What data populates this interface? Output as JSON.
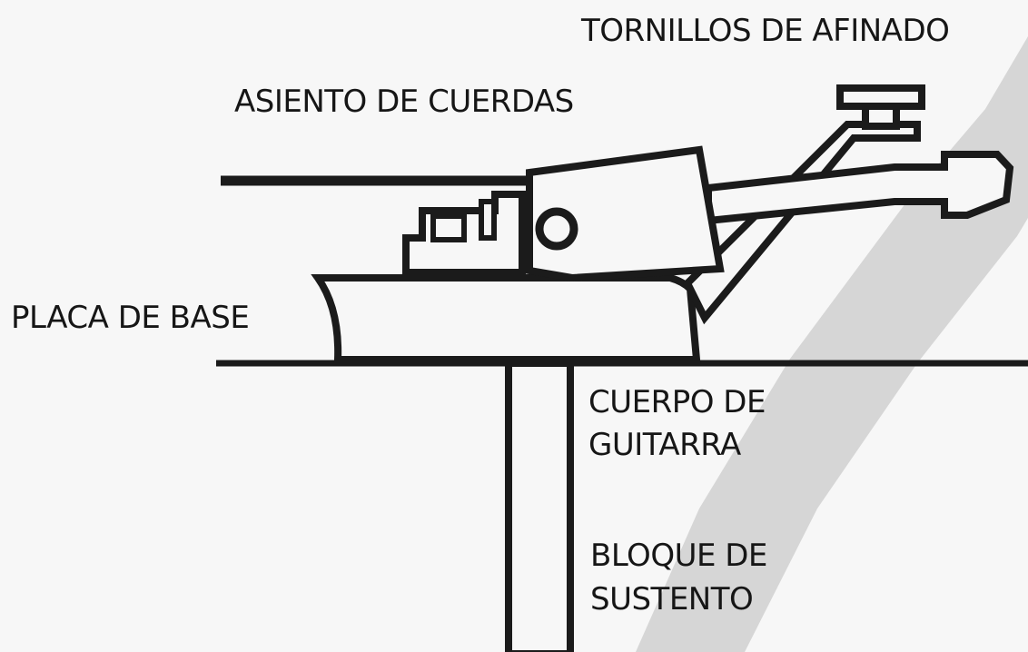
{
  "diagram": {
    "labels": {
      "tuning_screws": "TORNILLOS DE AFINADO",
      "string_saddle": "ASIENTO DE CUERDAS",
      "base_plate": "PLACA DE BASE",
      "guitar_body_line1": "CUERPO DE",
      "guitar_body_line2": "GUITARRA",
      "sustain_block_line1": "BLOQUE DE",
      "sustain_block_line2": "SUSTENTO"
    },
    "colors": {
      "background": "#f7f7f7",
      "ink": "#1b1b1b",
      "fill": "#f7f7f7",
      "watermark": "#d2d2d2"
    }
  }
}
